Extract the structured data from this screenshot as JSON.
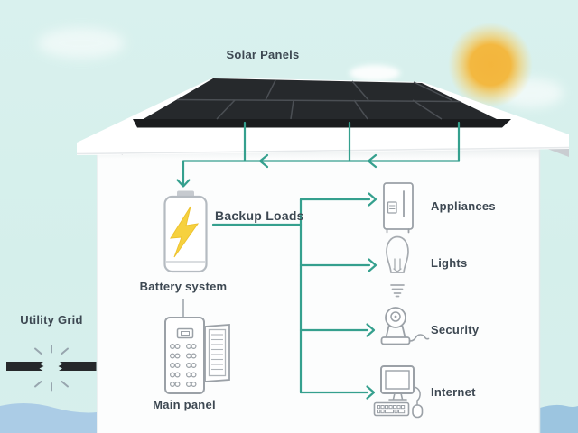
{
  "scene": {
    "solar_panels_label": "Solar Panels",
    "backup_loads_label": "Backup Loads",
    "battery_label": "Battery system",
    "main_panel_label": "Main panel",
    "utility_grid_label": "Utility Grid"
  },
  "loads": {
    "items": [
      {
        "label": "Appliances",
        "icon": "refrigerator-icon"
      },
      {
        "label": "Lights",
        "icon": "light-bulb-icon"
      },
      {
        "label": "Security",
        "icon": "security-camera-icon"
      },
      {
        "label": "Internet",
        "icon": "computer-icon"
      }
    ]
  },
  "colors": {
    "sky": "#d7efec",
    "wire_teal": "#35a08e",
    "panel_black": "#26292c",
    "panel_seam": "#4b4f54",
    "text": "#3d4852",
    "sun": "#f3b840",
    "ground_blue": "#abcce6",
    "icon_gray": "#9ba1a7",
    "battery_border": "#b5bbc1",
    "bolt_yellow": "#f6d13f",
    "utility_wire": "#26282b",
    "spark_gray": "#97a5ae"
  }
}
